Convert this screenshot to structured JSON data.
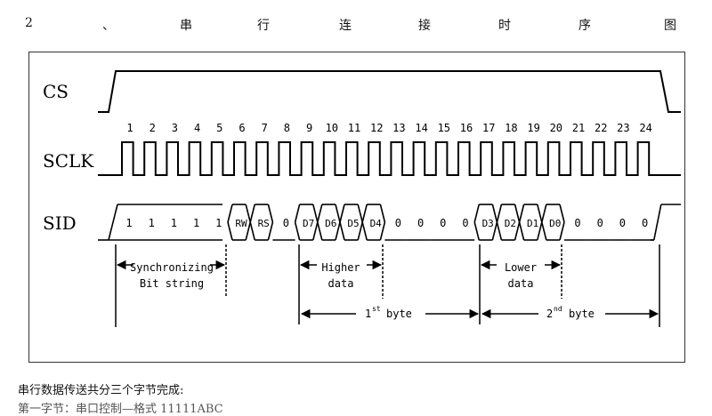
{
  "heading": {
    "chars": [
      "2",
      "、",
      "串",
      "行",
      "连",
      "接",
      "时",
      "序",
      "图"
    ]
  },
  "signals": {
    "cs": "CS",
    "sclk": "SCLK",
    "sid": "SID"
  },
  "clock_numbers": [
    "1",
    "2",
    "3",
    "4",
    "5",
    "6",
    "7",
    "8",
    "9",
    "10",
    "11",
    "12",
    "13",
    "14",
    "15",
    "16",
    "17",
    "18",
    "19",
    "20",
    "21",
    "22",
    "23",
    "24"
  ],
  "sid_bits": [
    "1",
    "1",
    "1",
    "1",
    "1",
    "RW",
    "RS",
    "0",
    "D7",
    "D6",
    "D5",
    "D4",
    "0",
    "0",
    "0",
    "0",
    "D3",
    "D2",
    "D1",
    "D0",
    "0",
    "0",
    "0",
    "0"
  ],
  "annotations": {
    "sync_line1": "Synchronizing",
    "sync_line2": "Bit string",
    "higher_line1": "Higher",
    "higher_line2": "data",
    "lower_line1": "Lower",
    "lower_line2": "data",
    "byte1_num": "1",
    "byte1_sup": "st",
    "byte1_word": "byte",
    "byte2_num": "2",
    "byte2_sup": "nd",
    "byte2_word": "byte"
  },
  "caption": "串行数据传送共分三个字节完成:",
  "caption_cut": "第一字节：串口控制—格式 11111ABC"
}
